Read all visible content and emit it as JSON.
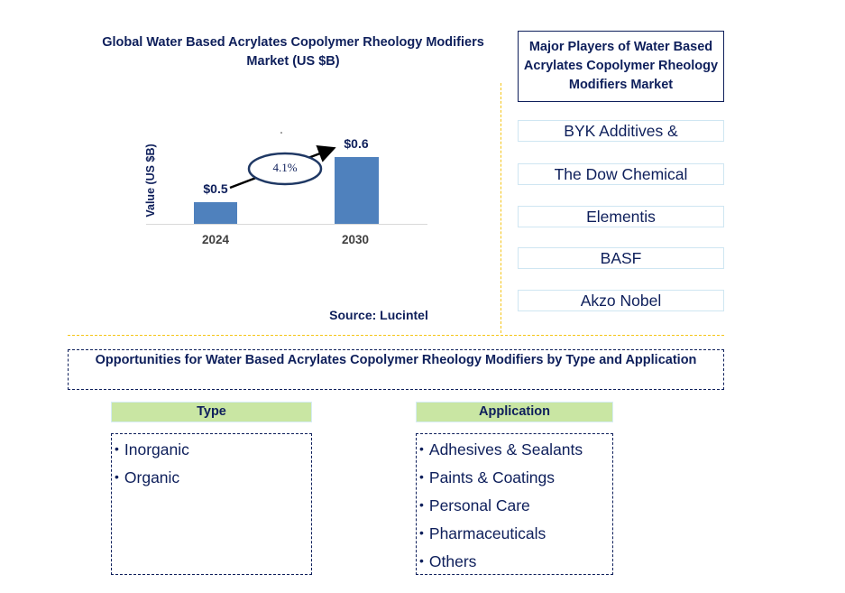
{
  "chart_data": {
    "type": "bar",
    "title": "Global Water Based Acrylates Copolymer Rheology Modifiers Market (US $B)",
    "categories": [
      "2024",
      "2030"
    ],
    "values": [
      0.5,
      0.6
    ],
    "value_labels": [
      "$0.5",
      "$0.6"
    ],
    "xlabel": "",
    "ylabel": "Value (US $B)",
    "annotations": [
      {
        "type": "cagr-arrow",
        "text": "4.1%",
        "from": "2024",
        "to": "2030"
      }
    ],
    "grid": false,
    "legend": null,
    "bar_color": "#4f81bd"
  },
  "chart": {
    "title": "Global Water Based Acrylates Copolymer Rheology Modifiers Market (US $B)",
    "ylabel": "Value (US $B)",
    "bars": [
      {
        "year": "2024",
        "label": "$0.5"
      },
      {
        "year": "2030",
        "label": "$0.6"
      }
    ],
    "cagr": "4.1%",
    "source": "Source: Lucintel"
  },
  "players": {
    "title": "Major Players of Water Based Acrylates Copolymer Rheology Modifiers Market",
    "items": [
      "BYK Additives &",
      "The Dow Chemical",
      "Elementis",
      "BASF",
      "Akzo Nobel"
    ]
  },
  "opportunities": {
    "title": "Opportunities for Water Based Acrylates Copolymer Rheology Modifiers by Type and Application",
    "type": {
      "header": "Type",
      "items": [
        "Inorganic",
        "Organic"
      ]
    },
    "application": {
      "header": "Application",
      "items": [
        "Adhesives & Sealants",
        "Paints & Coatings",
        "Personal Care",
        "Pharmaceuticals",
        "Others"
      ]
    }
  },
  "colors": {
    "text": "#0e1f5b",
    "bar": "#4f81bd",
    "divider": "#f5c518",
    "header_bg": "#c9e6a3"
  }
}
